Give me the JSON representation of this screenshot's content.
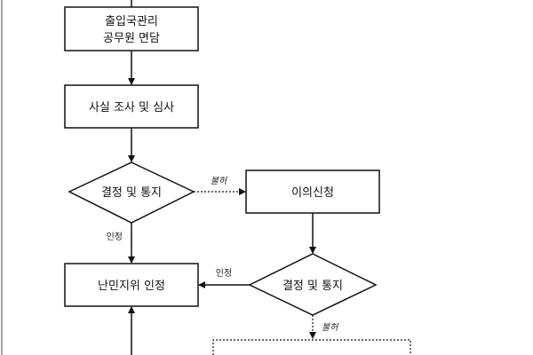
{
  "flowchart": {
    "nodes": {
      "immigration_interview": {
        "line1": "출입국관리",
        "line2": "공무원 면담"
      },
      "fact_investigation": {
        "label": "사실 조사 및 심사"
      },
      "decision_notice_1": {
        "label": "결정 및 통지"
      },
      "objection_filing": {
        "label": "이의신청"
      },
      "refugee_recognition": {
        "label": "난민지위 인정"
      },
      "decision_notice_2": {
        "label": "결정 및 통지"
      }
    },
    "edge_labels": {
      "decision1_to_objection": "불허",
      "decision1_to_recognition": "인정",
      "decision2_to_recognition": "인정",
      "decision2_to_below": "불허"
    }
  }
}
